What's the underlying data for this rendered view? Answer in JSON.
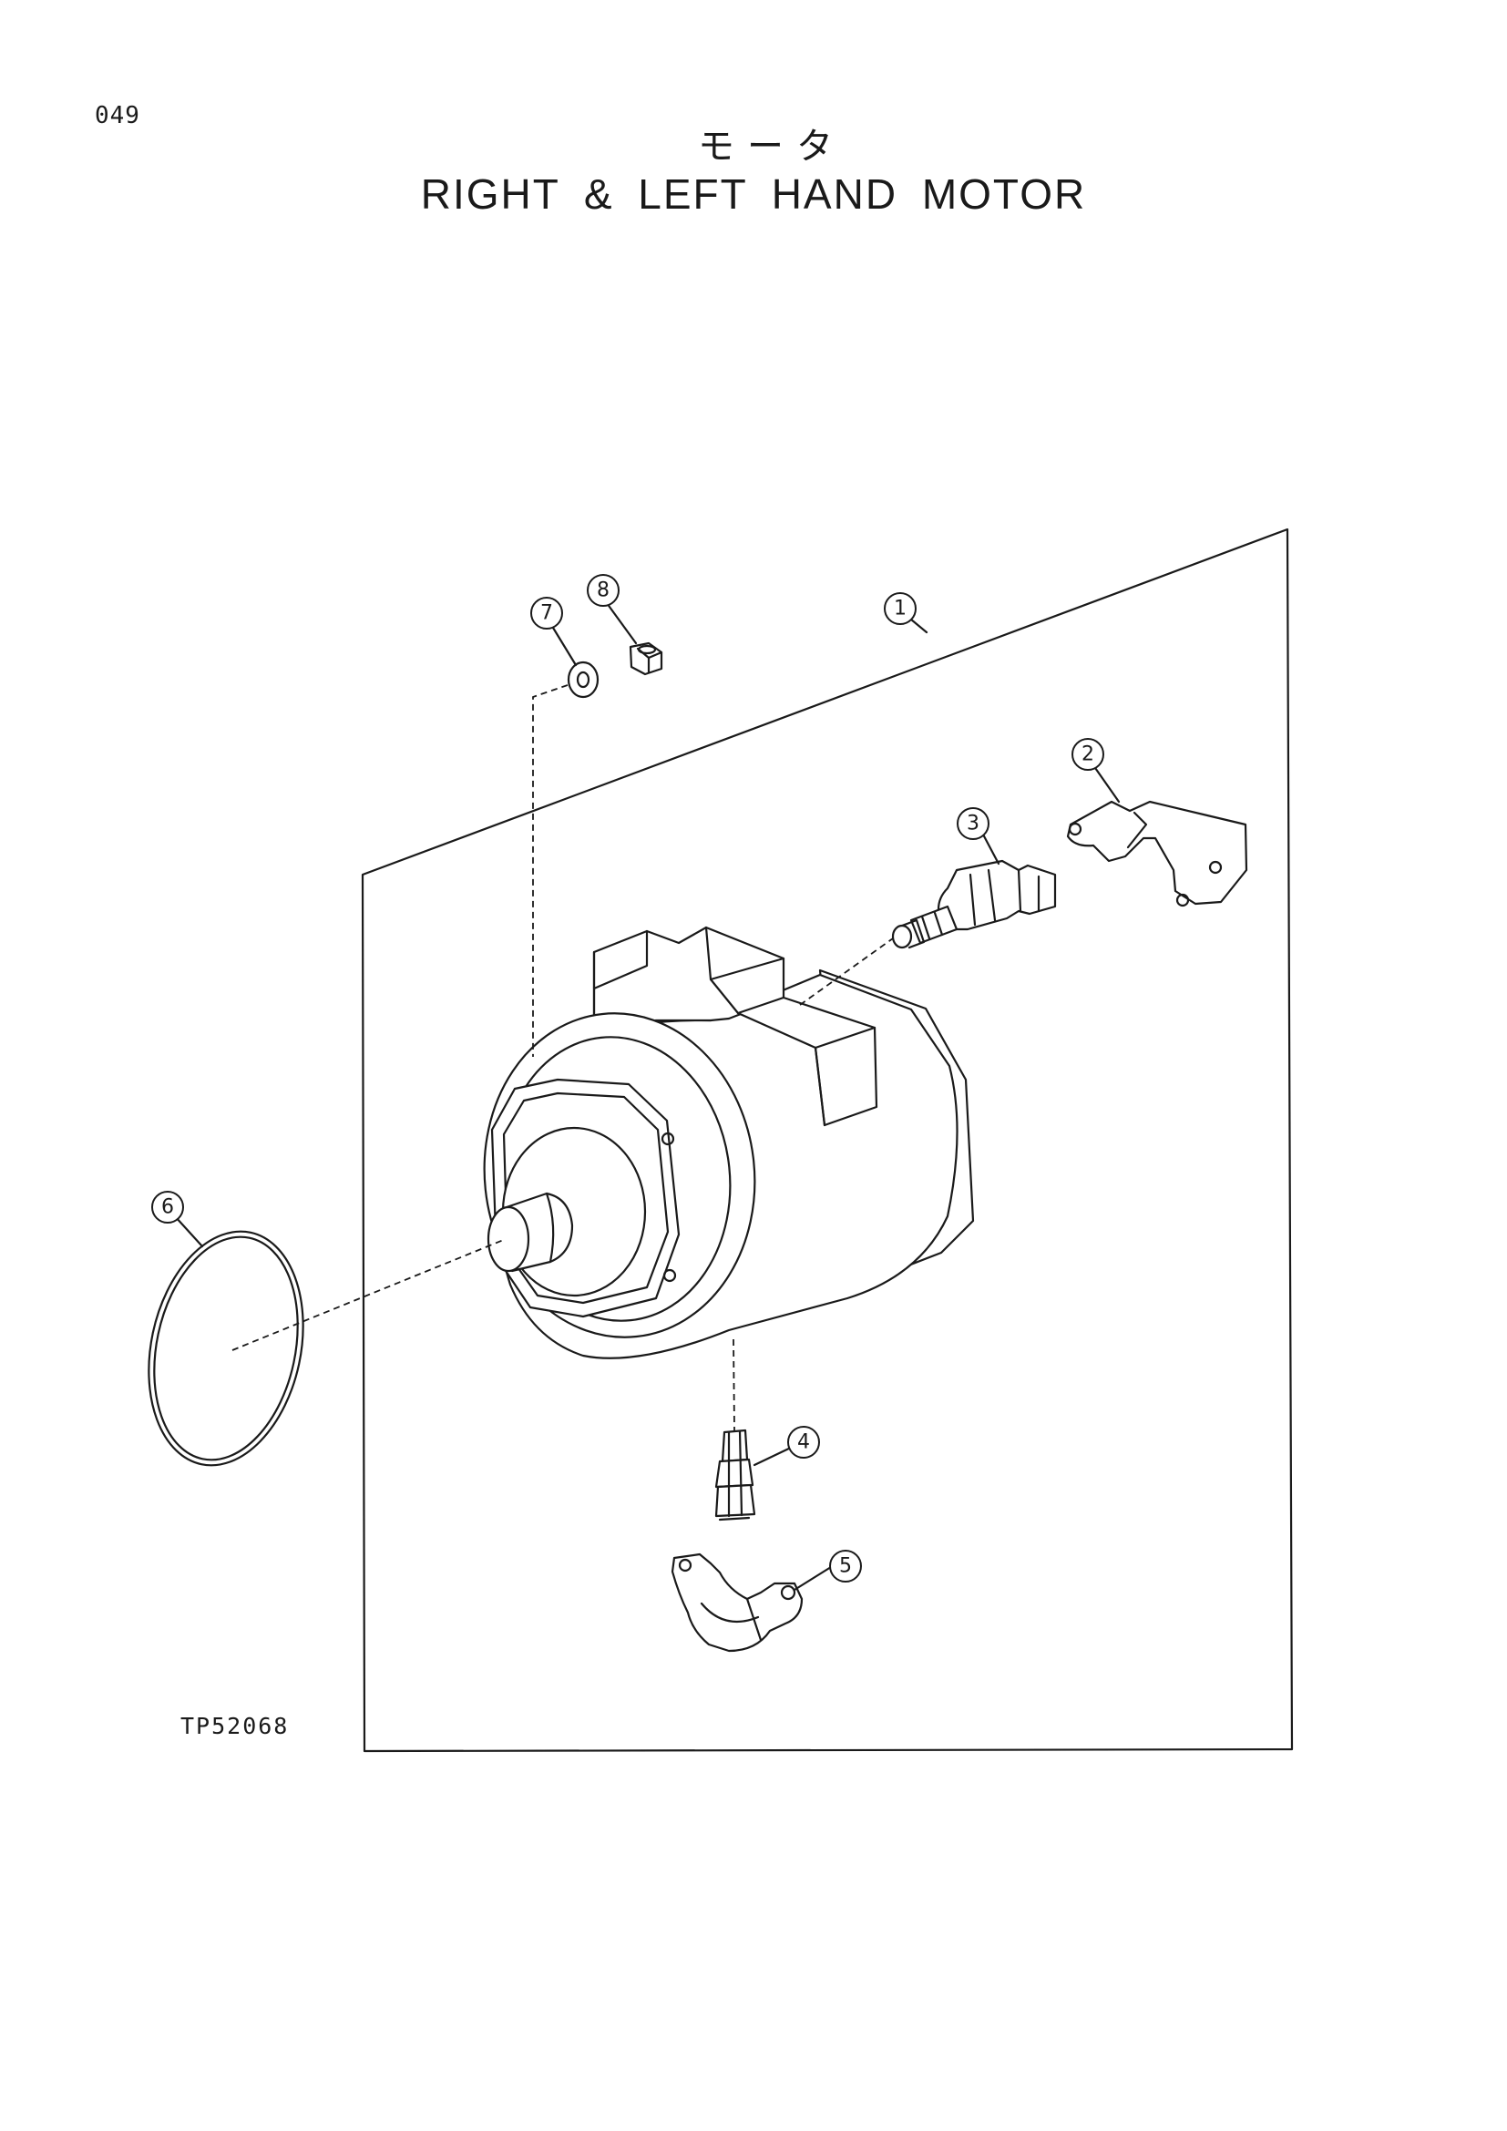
{
  "page": {
    "number": "049",
    "title_jp": "モータ",
    "title_en": "RIGHT & LEFT HAND MOTOR",
    "figure_code": "TP52068"
  },
  "callouts": [
    {
      "id": "1",
      "label": "1"
    },
    {
      "id": "2",
      "label": "2"
    },
    {
      "id": "3",
      "label": "3"
    },
    {
      "id": "4",
      "label": "4"
    },
    {
      "id": "5",
      "label": "5"
    },
    {
      "id": "6",
      "label": "6"
    },
    {
      "id": "7",
      "label": "7"
    },
    {
      "id": "8",
      "label": "8"
    }
  ]
}
